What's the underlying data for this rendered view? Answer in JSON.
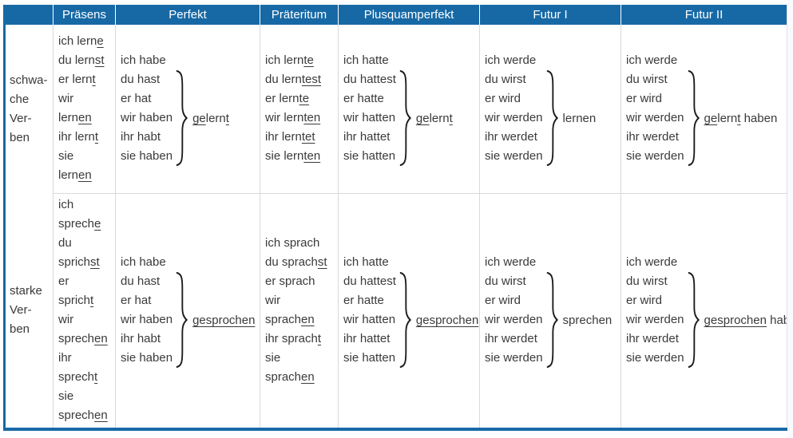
{
  "page": {
    "accent_color": "#1769a5",
    "grid_color": "#d9d9d9",
    "text_color": "#3a3a3a"
  },
  "table": {
    "headers": [
      "",
      "Präsens",
      "Perfekt",
      "Präteritum",
      "Plusquamperfekt",
      "Futur I",
      "Futur II"
    ],
    "rows": [
      {
        "label_lines": [
          "schwa-",
          "che",
          "Ver-",
          "ben"
        ],
        "praesens_lines": [
          "ich lern_e_",
          "du lern_st_",
          "er lern_t_",
          "wir",
          "lern_en_",
          "ihr lern_t_",
          "sie",
          "lern_en_"
        ],
        "perfekt": {
          "aux_lines": [
            "ich habe",
            "du hast",
            "er hat",
            "wir haben",
            "ihr habt",
            "sie haben"
          ],
          "tail": "_ge_lern_t_"
        },
        "praeteritum_lines": [
          "ich lern_te_",
          "du lern_test_",
          "er lern_te_",
          "wir lern_ten_",
          "ihr lern_tet_",
          "sie lern_ten_"
        ],
        "plusquamperfekt": {
          "aux_lines": [
            "ich hatte",
            "du hattest",
            "er hatte",
            "wir hatten",
            "ihr hattet",
            "sie hatten"
          ],
          "tail": "_ge_lern_t_"
        },
        "futur1": {
          "aux_lines": [
            "ich werde",
            "du wirst",
            "er wird",
            "wir werden",
            "ihr werdet",
            "sie werden"
          ],
          "tail": "lernen"
        },
        "futur2": {
          "aux_lines": [
            "ich werde",
            "du wirst",
            "er wird",
            "wir werden",
            "ihr werdet",
            "sie werden"
          ],
          "tail": "_ge_lern_t_ haben"
        }
      },
      {
        "label_lines": [
          "starke",
          "Ver-",
          "ben"
        ],
        "praesens_lines": [
          "ich",
          "sprech_e_",
          "du",
          "sprich_st_",
          "er",
          "sprich_t_",
          "wir",
          "sprech_en_",
          "ihr",
          "sprech_t_",
          "sie",
          "sprech_en_"
        ],
        "perfekt": {
          "aux_lines": [
            "ich habe",
            "du hast",
            "er hat",
            "wir haben",
            "ihr habt",
            "sie haben"
          ],
          "tail": "_gesprochen_"
        },
        "praeteritum_lines": [
          "ich sprach",
          "du sprach_st_",
          "er sprach",
          "wir",
          "sprach_en_",
          "ihr sprach_t_",
          "sie",
          "sprach_en_"
        ],
        "plusquamperfekt": {
          "aux_lines": [
            "ich hatte",
            "du hattest",
            "er hatte",
            "wir hatten",
            "ihr hattet",
            "sie hatten"
          ],
          "tail": "_gesprochen_"
        },
        "futur1": {
          "aux_lines": [
            "ich werde",
            "du wirst",
            "er wird",
            "wir werden",
            "ihr werdet",
            "sie werden"
          ],
          "tail": "sprechen"
        },
        "futur2": {
          "aux_lines": [
            "ich werde",
            "du wirst",
            "er wird",
            "wir werden",
            "ihr werdet",
            "sie werden"
          ],
          "tail": "_gesprochen_ haben"
        }
      }
    ]
  }
}
